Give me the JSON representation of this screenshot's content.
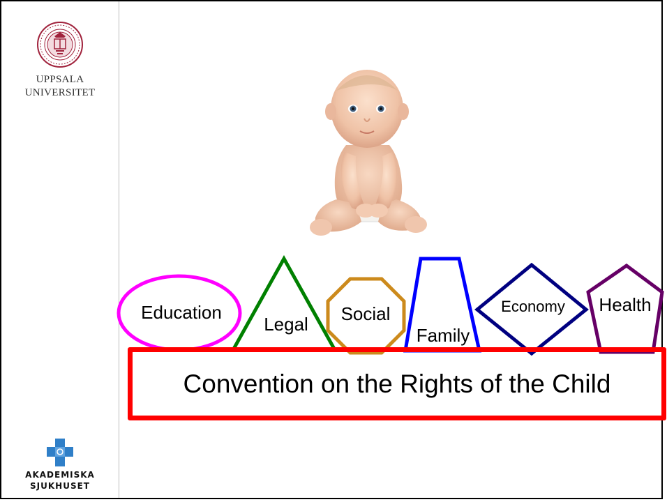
{
  "sidebar": {
    "university": {
      "line1": "UPPSALA",
      "line2": "UNIVERSITET"
    },
    "hospital": {
      "line1": "AKADEMISKA",
      "line2": "SJUKHUSET"
    }
  },
  "diagram": {
    "shapes": [
      {
        "label": "Education",
        "shape": "ellipse",
        "color": "#ff00ff"
      },
      {
        "label": "Legal",
        "shape": "triangle",
        "color": "#008000"
      },
      {
        "label": "Social",
        "shape": "octagon",
        "color": "#cc8a1c"
      },
      {
        "label": "Family",
        "shape": "trapezoid",
        "color": "#0000ff"
      },
      {
        "label": "Economy",
        "shape": "diamond",
        "color": "#000080"
      },
      {
        "label": "Health",
        "shape": "pentagon",
        "color": "#660066"
      }
    ],
    "foundation": {
      "label": "Convention on the Rights of the Child",
      "color": "#ff0000"
    }
  },
  "colors": {
    "university_red": "#a0223c",
    "hospital_blue": "#2f7fc8"
  }
}
